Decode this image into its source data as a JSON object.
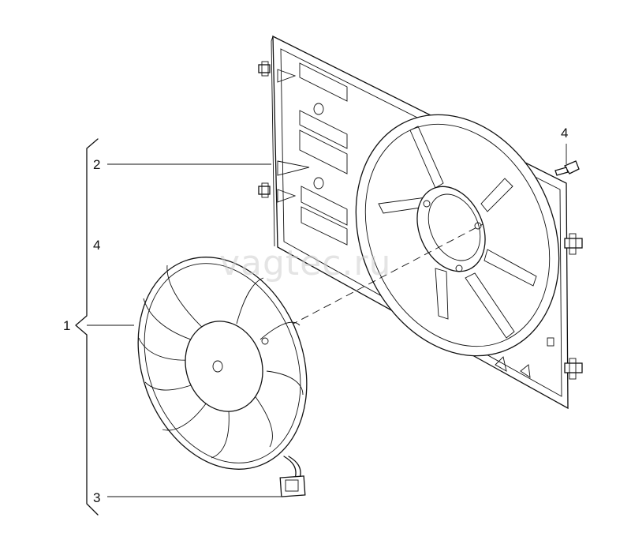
{
  "watermark": "vagtec.ru",
  "callouts": {
    "c1": "1",
    "c2": "2",
    "c3": "3",
    "c4_group": "4",
    "c4_part": "4"
  }
}
